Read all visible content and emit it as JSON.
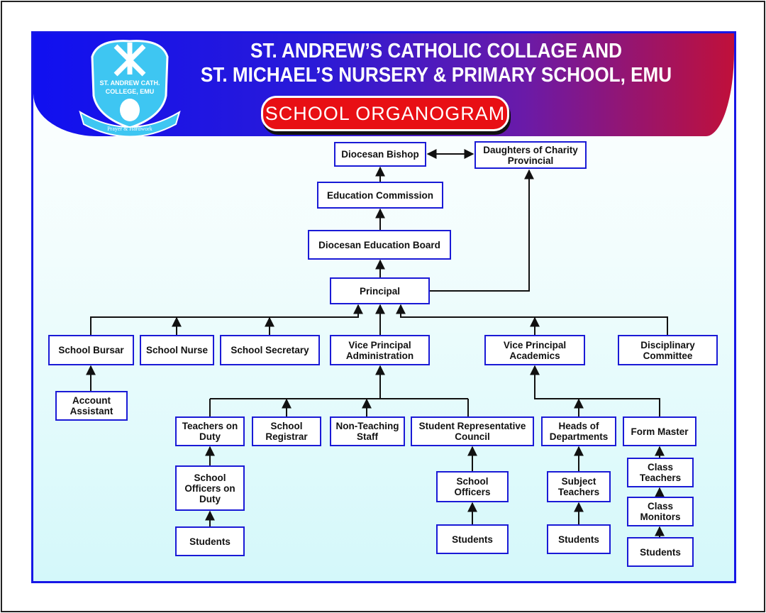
{
  "header": {
    "title_line1": "ST. ANDREW’S CATHOLIC COLLAGE AND",
    "title_line2": "ST. MICHAEL’S NURSERY & PRIMARY SCHOOL, EMU",
    "subtitle": "SCHOOL ORGANOGRAM"
  },
  "logo": {
    "line1": "ST. ANDREW CATH.",
    "line2": "COLLEGE, EMU",
    "motto": "Prayer & Hardwork"
  },
  "colors": {
    "box_border": "#1a1ad6",
    "banner_start": "#1010f0",
    "banner_end": "#c0103a",
    "pill": "#e80f14"
  },
  "nodes": {
    "bishop": "Diocesan Bishop",
    "daughters": "Daughters of Charity Provincial",
    "commission": "Education Commission",
    "board": "Diocesan Education Board",
    "principal": "Principal",
    "bursar": "School Bursar",
    "nurse": "School Nurse",
    "secretary": "School Secretary",
    "vp_admin": "Vice Principal Administration",
    "vp_acad": "Vice Principal Academics",
    "disciplinary": "Disciplinary Committee",
    "account_assistant": "Account Assistant",
    "teachers_on_duty": "Teachers on Duty",
    "registrar": "School Registrar",
    "non_teaching": "Non-Teaching Staff",
    "src": "Student Representative Council",
    "hods": "Heads of Departments",
    "form_master": "Form Master",
    "officers_on_duty": "School Officers on Duty",
    "students_1": "Students",
    "school_officers": "School Officers",
    "students_2": "Students",
    "subject_teachers": "Subject Teachers",
    "students_3": "Students",
    "class_teachers": "Class Teachers",
    "class_monitors": "Class Monitors",
    "students_4": "Students"
  }
}
